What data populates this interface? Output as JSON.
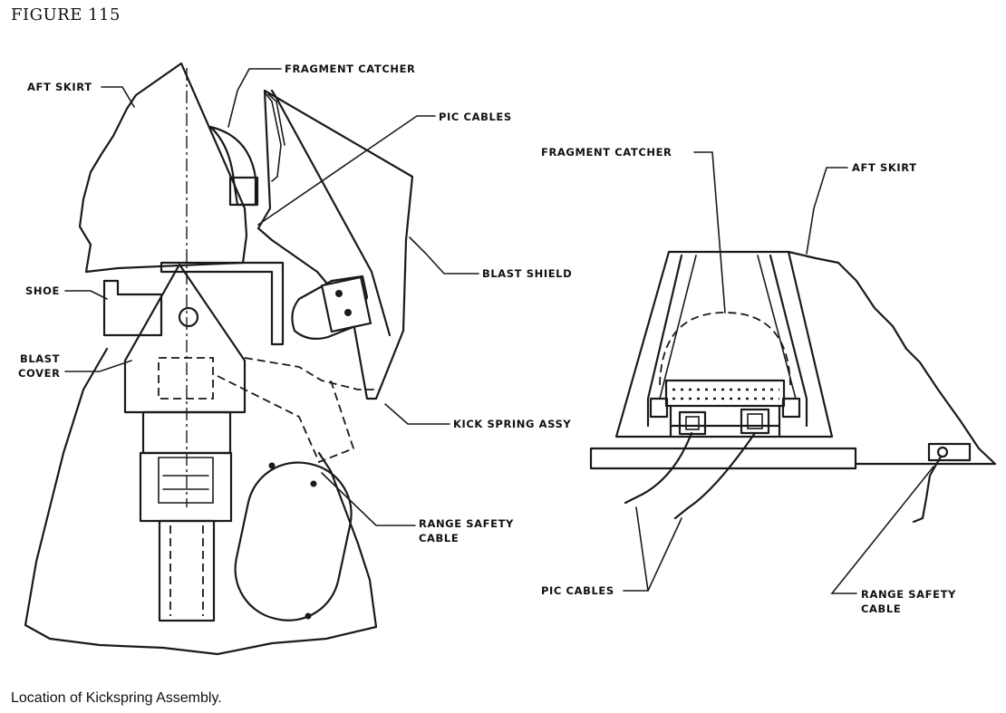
{
  "figure_number": "FIGURE 115",
  "caption": "Location of Kickspring Assembly.",
  "left_view": {
    "aft_skirt": "AFT SKIRT",
    "fragment_catcher": "FRAGMENT CATCHER",
    "pic_cables": "PIC CABLES",
    "blast_shield": "BLAST SHIELD",
    "shoe": "SHOE",
    "blast_cover_line1": "BLAST",
    "blast_cover_line2": "COVER",
    "kick_spring_assy": "KICK SPRING ASSY",
    "range_safety_line1": "RANGE SAFETY",
    "range_safety_line2": "CABLE"
  },
  "right_view": {
    "fragment_catcher": "FRAGMENT CATCHER",
    "aft_skirt": "AFT SKIRT",
    "pic_cables": "PIC CABLES",
    "range_safety_line1": "RANGE SAFETY",
    "range_safety_line2": "CABLE"
  }
}
